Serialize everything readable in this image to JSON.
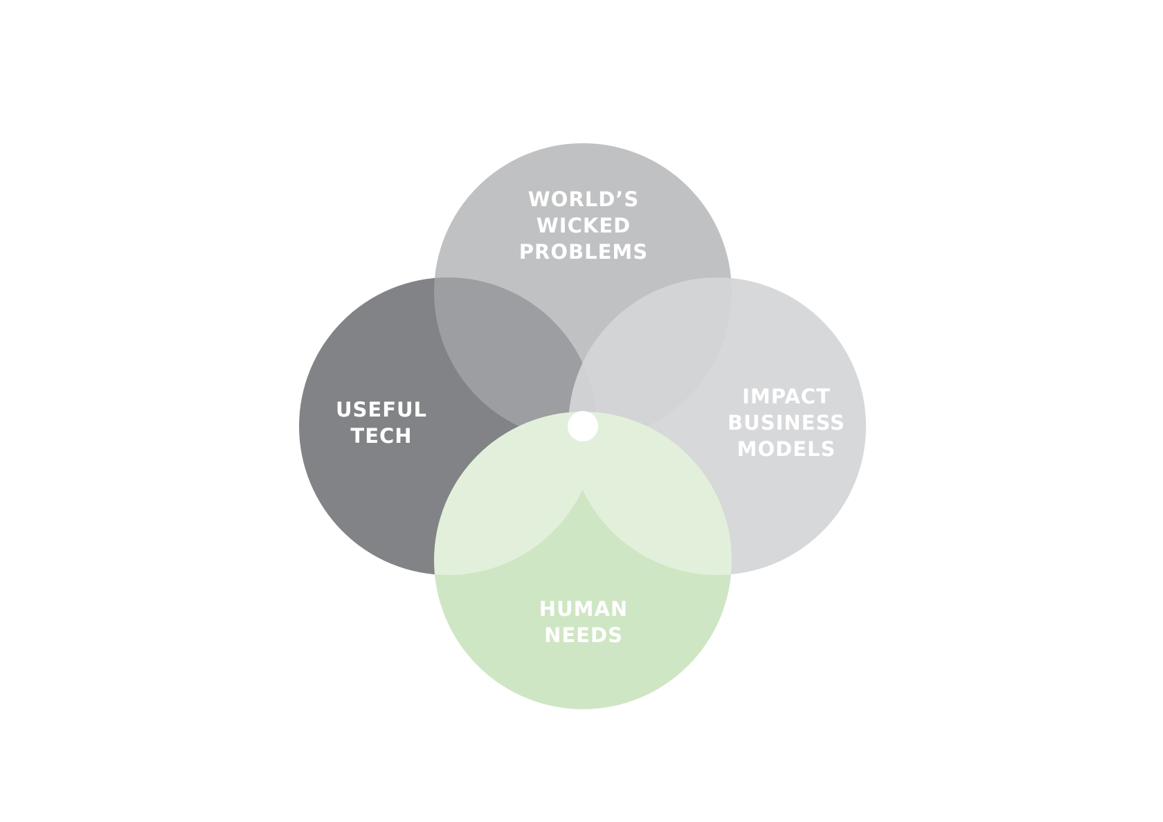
{
  "diagram": {
    "type": "venn",
    "sets": [
      {
        "id": "top",
        "lines": [
          "WORLD’S",
          "WICKED",
          "PROBLEMS"
        ],
        "color": "#a8a9ac"
      },
      {
        "id": "left",
        "lines": [
          "USEFUL",
          "TECH"
        ],
        "color": "#828386"
      },
      {
        "id": "right",
        "lines": [
          "IMPACT",
          "BUSINESS",
          "MODELS"
        ],
        "color": "#d2d3d5"
      },
      {
        "id": "bottom",
        "lines": [
          "HUMAN",
          "NEEDS"
        ],
        "color": "#cfe6c4"
      }
    ],
    "center_marker_color": "#ffffff"
  }
}
